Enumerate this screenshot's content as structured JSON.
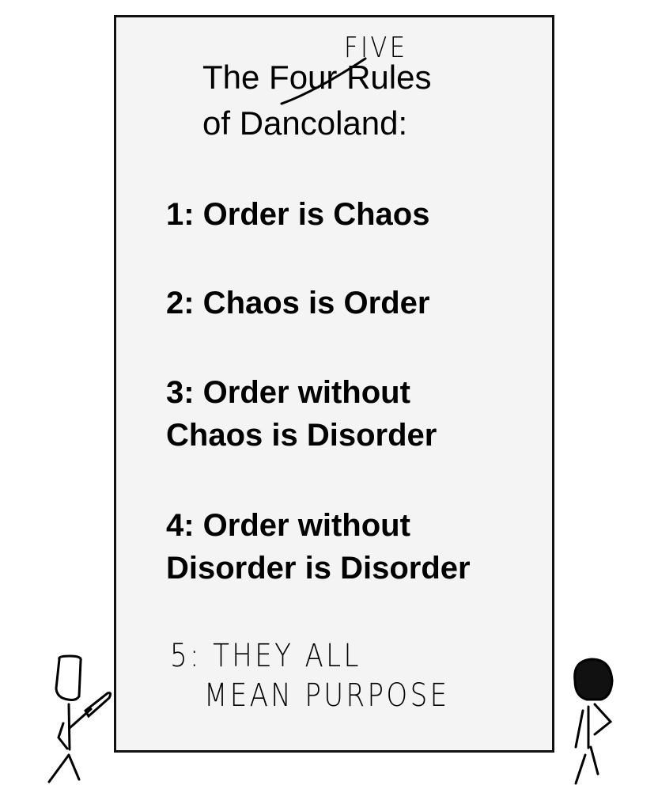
{
  "title": {
    "line1_before": "The ",
    "struck_word": "Four",
    "line1_after": " Rules",
    "correction": "FIVE",
    "line2": "of Dancoland:"
  },
  "rules": [
    {
      "lines": [
        "1: Order is Chaos"
      ]
    },
    {
      "lines": [
        "2: Chaos is Order"
      ]
    },
    {
      "lines": [
        "3: Order without",
        "Chaos is Disorder"
      ]
    },
    {
      "lines": [
        "4: Order without",
        "Disorder is Disorder"
      ]
    }
  ],
  "handwritten_rule": {
    "line1": "5: THEY ALL",
    "line2": "MEAN PURPOSE"
  }
}
